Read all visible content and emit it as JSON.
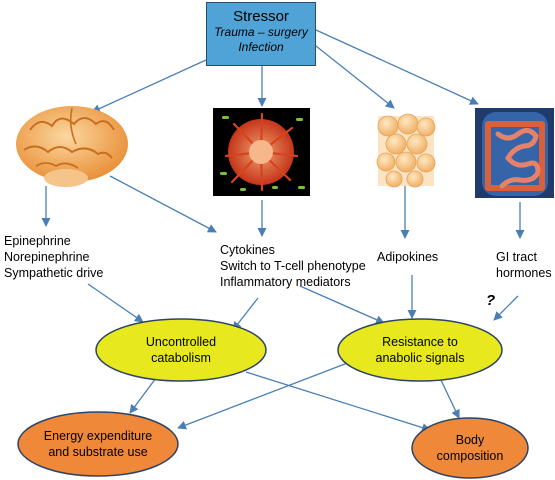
{
  "stressor": {
    "title": "Stressor",
    "line1": "Trauma – surgery",
    "line2": "Infection"
  },
  "pathways": {
    "brain": [
      "Epinephrine",
      "Norepinephrine",
      "Sympathetic drive"
    ],
    "immune": [
      "Cytokines",
      "Switch to T-cell phenotype",
      "Inflammatory mediators"
    ],
    "adipose": [
      "Adipokines"
    ],
    "gi": [
      "GI tract",
      "hormones"
    ],
    "uncertain_marker": "?"
  },
  "outcomes": {
    "catabolism": [
      "Uncontrolled",
      "catabolism"
    ],
    "resistance": [
      "Resistance to",
      "anabolic signals"
    ],
    "energy": [
      "Energy expenditure",
      "and substrate use"
    ],
    "body": [
      "Body",
      "composition"
    ]
  },
  "icons": [
    "brain-icon",
    "immune-cell-icon",
    "fat-cells-icon",
    "intestine-icon"
  ],
  "colors": {
    "stressor_fill": "#4fa3d6",
    "arrow": "#4a7fb5",
    "yellow_node": "#e8e81e",
    "orange_node": "#f0883a"
  }
}
